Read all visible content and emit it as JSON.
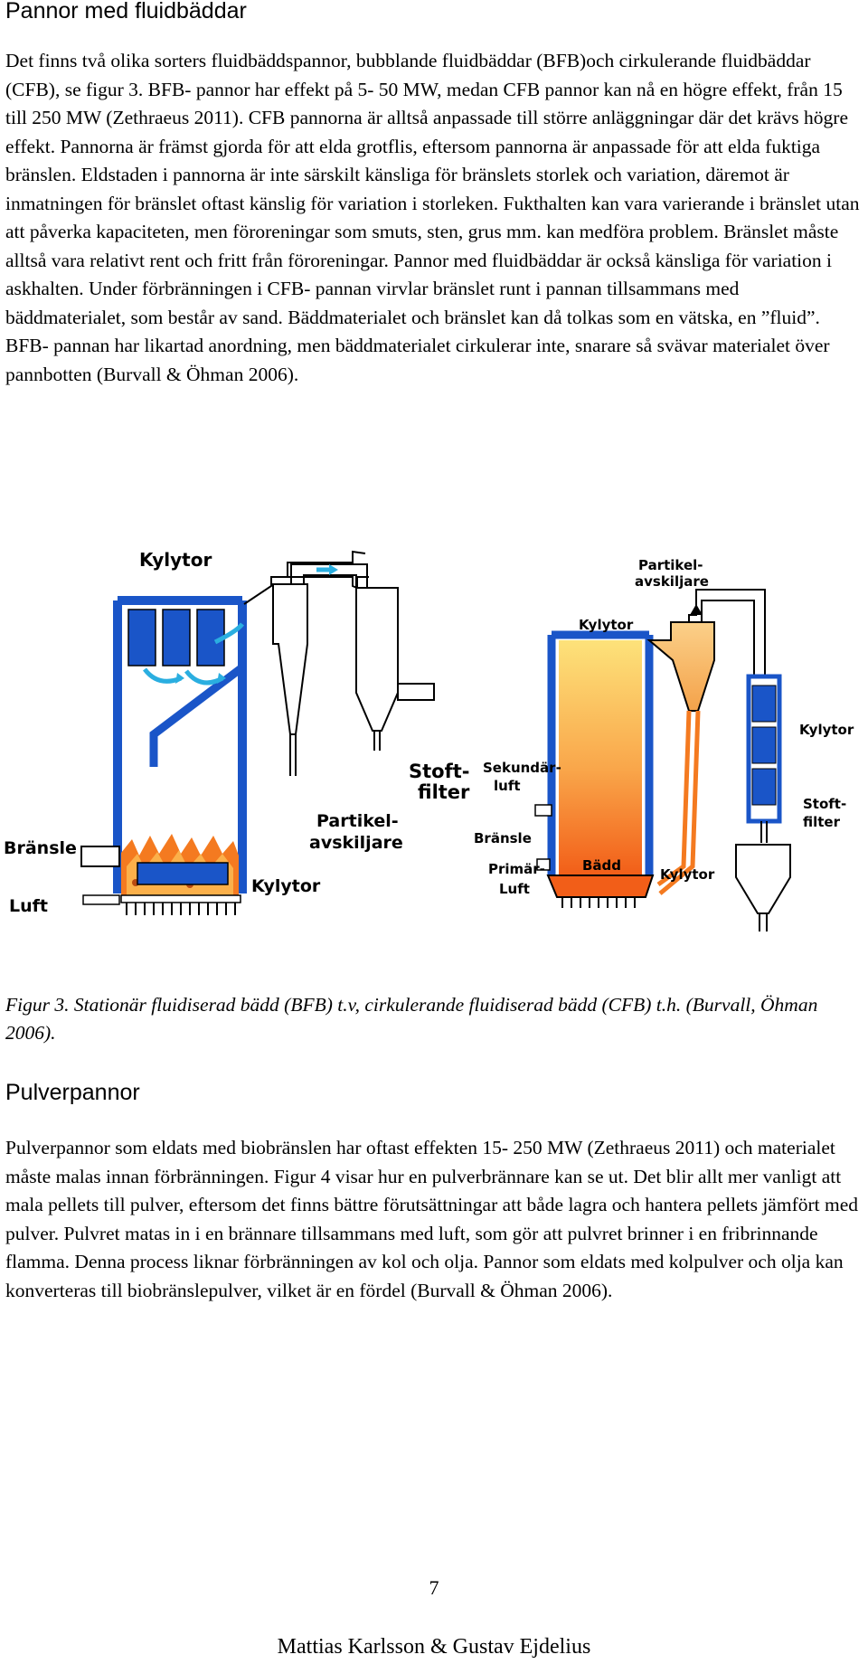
{
  "section1": {
    "heading": "Pannor med fluidbäddar",
    "paragraph": "Det finns två olika sorters fluidbäddspannor, bubblande fluidbäddar (BFB)och cirkulerande fluidbäddar (CFB), se figur 3. BFB- pannor har effekt på 5- 50 MW, medan CFB pannor kan nå en högre effekt, från 15 till 250 MW (Zethraeus 2011). CFB pannorna är alltså anpassade till större anläggningar där det krävs högre effekt. Pannorna är främst gjorda för att elda grotflis, eftersom pannorna är anpassade för att elda fuktiga bränslen. Eldstaden i pannorna är inte särskilt känsliga för bränslets storlek och variation, däremot är inmatningen för bränslet oftast känslig för variation i storleken. Fukthalten kan vara varierande i bränslet utan att påverka kapaciteten, men föroreningar som smuts, sten, grus mm. kan medföra problem. Bränslet måste alltså vara relativt rent och fritt från föroreningar. Pannor med fluidbäddar är också känsliga för variation i askhalten. Under förbränningen i CFB- pannan virvlar bränslet runt i pannan tillsammans med bäddmaterialet, som består av sand. Bäddmaterialet och bränslet kan då tolkas som en vätska, en ”fluid”. BFB- pannan har likartad anordning, men bäddmaterialet cirkulerar inte, snarare så svävar materialet över pannbotten (Burvall & Öhman 2006)."
  },
  "figure": {
    "left_labels": {
      "kylytor_top": "Kylytor",
      "stoftfilter_1": "Stoft-",
      "stoftfilter_2": "filter",
      "partikel_1": "Partikel-",
      "partikel_2": "avskiljare",
      "bransle": "Bränsle",
      "luft": "Luft",
      "kylytor_bottom": "Kylytor"
    },
    "right_labels": {
      "partikel_1": "Partikel-",
      "partikel_2": "avskiljare",
      "kylytor_top": "Kylytor",
      "kylytor_right": "Kylytor",
      "sekundar_1": "Sekundär-",
      "sekundar_2": "luft",
      "stoftfilter_1": "Stoft-",
      "stoftfilter_2": "filter",
      "bransle": "Bränsle",
      "primar_1": "Primär-",
      "primar_2": "Luft",
      "badd": "Bädd",
      "kylytor_bottom": "Kylytor"
    },
    "caption": "Figur 3. Stationär fluidiserad bädd (BFB) t.v, cirkulerande fluidiserad bädd (CFB) t.h. (Burvall, Öhman 2006)."
  },
  "section2": {
    "heading": "Pulverpannor",
    "paragraph": "Pulverpannor som eldats med biobränslen har oftast effekten 15- 250 MW (Zethraeus 2011) och materialet måste malas innan förbränningen. Figur 4 visar hur en pulverbrännare kan se ut. Det blir allt mer vanligt att mala pellets till pulver, eftersom det finns bättre förutsättningar att både lagra och hantera pellets jämfört med pulver. Pulvret matas in i en brännare tillsammans med luft, som gör att pulvret brinner i en fribrinnande flamma. Denna process liknar förbränningen av kol och olja. Pannor som eldats med kolpulver och olja kan konverteras till biobränslepulver, vilket är en fördel (Burvall & Öhman 2006)."
  },
  "page_number": "7",
  "footer": "Mattias Karlsson & Gustav Ejdelius",
  "colors": {
    "boiler_blue": "#1a55c8",
    "ice_blue": "#2aaee0",
    "flame_orange": "#f47a20",
    "flame_yellow": "#fde27a"
  }
}
